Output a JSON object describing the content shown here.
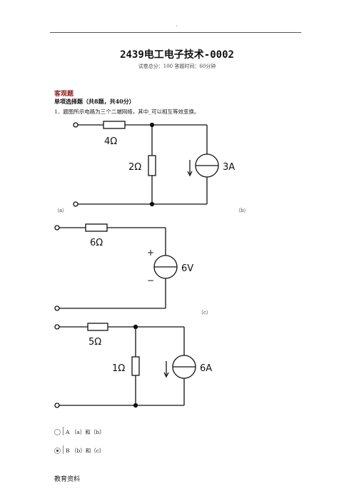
{
  "header": {
    "dot": "."
  },
  "title": "2439电工电子技术-0002",
  "meta": "试卷总分：100  答题时间：60分钟",
  "section": "客观题",
  "group": "单项选择题（共8题，共40分）",
  "question": "1．题图所示电路为三个二端网络，其中_可以相互等效变换。",
  "circuit_a": {
    "resistor_series": "4Ω",
    "resistor_shunt": "2Ω",
    "source": "3A",
    "label": "（a）"
  },
  "circuit_b": {
    "label": "（b）",
    "resistor_series": "6Ω",
    "plus": "+",
    "minus": "−",
    "source": "6V"
  },
  "circuit_c": {
    "label": "（c）",
    "resistor_series": "5Ω",
    "resistor_shunt": "1Ω",
    "source": "6A"
  },
  "options": [
    {
      "text": "A  （a）和（b）",
      "selected": false
    },
    {
      "text": "B  （b）和（c）",
      "selected": true
    }
  ],
  "footer": "教育资料"
}
